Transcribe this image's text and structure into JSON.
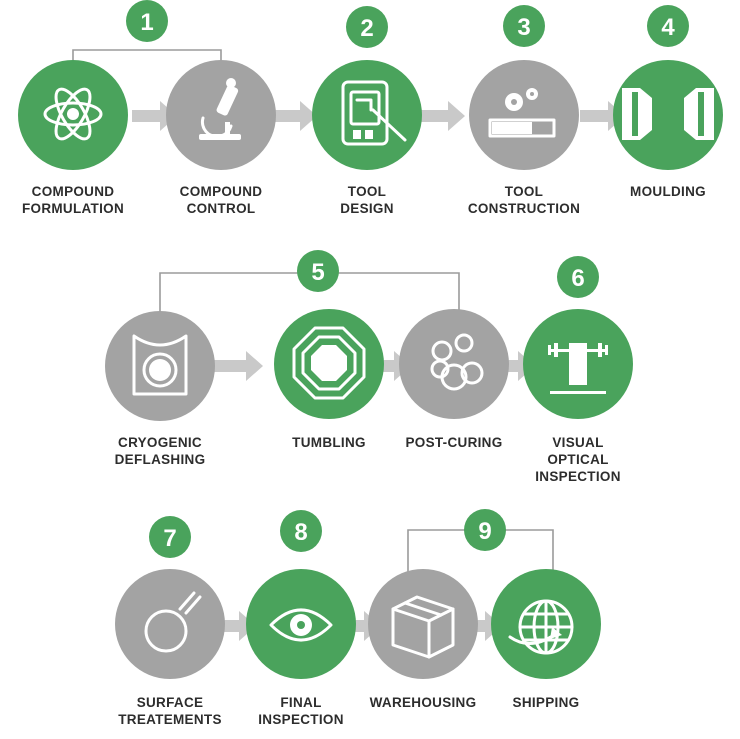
{
  "colors": {
    "green": "#4aa35c",
    "gray": "#a3a3a3",
    "arrow": "#c9c9c9",
    "bracket": "#9b9b9b",
    "text": "#2d2d2d"
  },
  "badges": [
    "1",
    "2",
    "3",
    "4",
    "5",
    "6",
    "7",
    "8",
    "9"
  ],
  "steps": [
    {
      "icon": "atom-icon",
      "color": "green",
      "label": [
        "COMPOUND",
        "FORMULATION"
      ]
    },
    {
      "icon": "microscope-icon",
      "color": "gray",
      "label": [
        "COMPOUND",
        "CONTROL"
      ]
    },
    {
      "icon": "tablet-stylus-icon",
      "color": "green",
      "label": [
        "TOOL",
        "DESIGN"
      ]
    },
    {
      "icon": "gears-progress-icon",
      "color": "gray",
      "label": [
        "TOOL",
        "CONSTRUCTION"
      ]
    },
    {
      "icon": "mould-press-icon",
      "color": "green",
      "label": [
        "MOULDING"
      ]
    },
    {
      "icon": "cryogenic-ring-icon",
      "color": "gray",
      "label": [
        "CRYOGENIC",
        "DEFLASHING"
      ]
    },
    {
      "icon": "octagon-drum-icon",
      "color": "green",
      "label": [
        "TUMBLING"
      ]
    },
    {
      "icon": "rings-icon",
      "color": "gray",
      "label": [
        "POST-CURING"
      ]
    },
    {
      "icon": "inspection-bench-icon",
      "color": "green",
      "label": [
        "VISUAL",
        "OPTICAL",
        "INSPECTION"
      ]
    },
    {
      "icon": "coated-ring-icon",
      "color": "gray",
      "label": [
        "SURFACE",
        "TREATEMENTS"
      ]
    },
    {
      "icon": "eye-icon",
      "color": "green",
      "label": [
        "FINAL",
        "INSPECTION"
      ]
    },
    {
      "icon": "box-icon",
      "color": "gray",
      "label": [
        "WAREHOUSING"
      ]
    },
    {
      "icon": "globe-icon",
      "color": "green",
      "label": [
        "SHIPPING"
      ]
    }
  ]
}
